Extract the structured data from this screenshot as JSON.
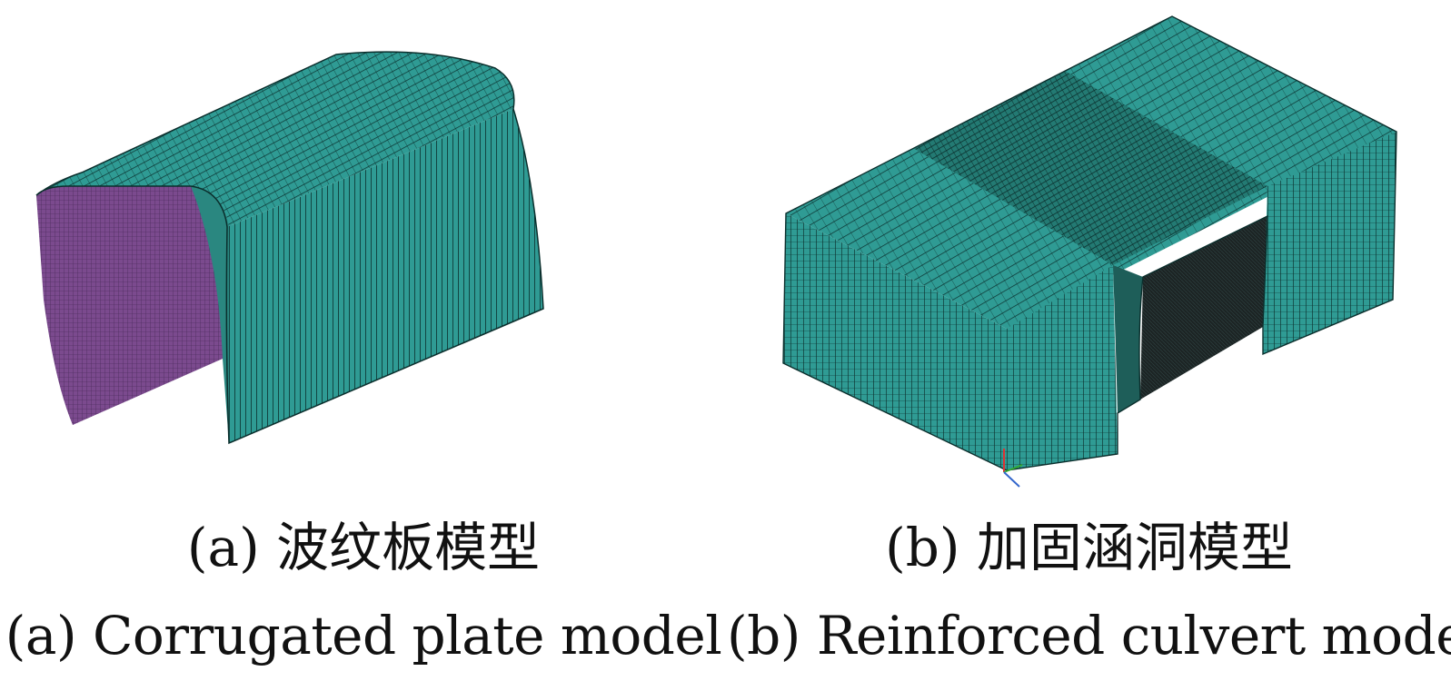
{
  "colors": {
    "mesh_teal": "#2f9b94",
    "mesh_line": "#0b2f2d",
    "inner_purple": "#7b4a8e",
    "culvert_dark": "#1a1f1f",
    "background": "#ffffff"
  },
  "panel_a": {
    "caption_zh": "(a) 波纹板模型",
    "caption_en": "(a) Corrugated plate model"
  },
  "panel_b": {
    "caption_zh": "(b) 加固涵洞模型",
    "caption_en": "(b) Reinforced culvert model"
  }
}
